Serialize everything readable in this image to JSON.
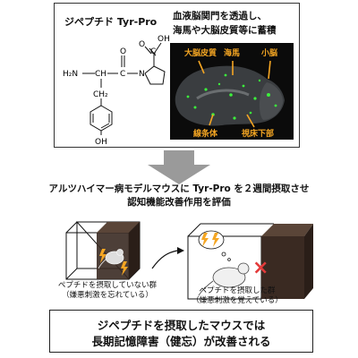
{
  "top": {
    "dipeptide_label": "ジペプチド Tyr-Pro",
    "caption_line1": "血液脳関門を透過し、",
    "caption_line2": "海馬や大脳皮質等に蓄積",
    "structure": {
      "h2n": "H₂N",
      "ch": "CH",
      "c": "C",
      "o_top": "O",
      "n": "N",
      "ch2": "CH₂",
      "c_acid": "C",
      "oh_acid": "OH",
      "o_acid": "O",
      "oh_ring": "OH"
    },
    "brain_labels": {
      "cortex": "大脳皮質",
      "hippocampus": "海馬",
      "cerebellum": "小脳",
      "striatum": "線条体",
      "hypothalamus": "視床下部"
    }
  },
  "middle": {
    "line1": "アルツハイマー病モデルマウスに Tyr-Pro を２週間摂取させ",
    "line2": "認知機能改善作用を評価"
  },
  "experiment": {
    "left_label1": "ペプチドを摂取していない群",
    "left_label2": "（嫌悪刺激を忘れている）",
    "right_label1": "ペプチドを摂取した群",
    "right_label2": "（嫌悪刺激を覚えている）",
    "cross_mark": "×"
  },
  "bottom": {
    "line1": "ジペプチドを摂取したマウスでは",
    "line2": "長期記憶障害（健忘）が改善される"
  },
  "colors": {
    "label_orange": "#f5a623",
    "signal_green": "#3cf03c",
    "arrow_gray": "#9a9a9a",
    "box_dark": "#3a2a22",
    "cross_red": "#e43b3b"
  }
}
